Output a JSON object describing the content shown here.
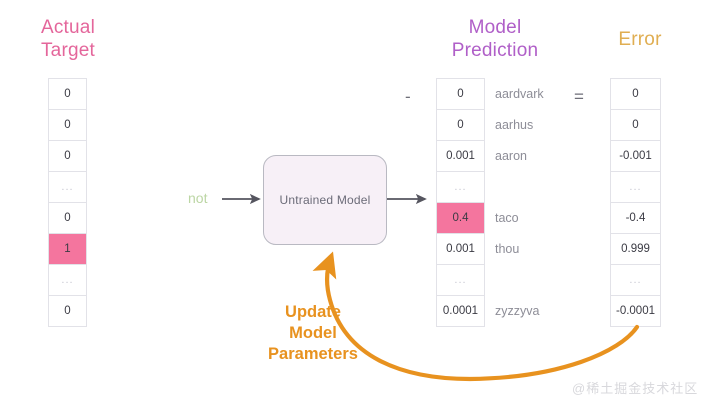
{
  "columns": {
    "actual": {
      "title": "Actual\nTarget",
      "color": "#e4669b",
      "cells": [
        {
          "value": "0",
          "highlight": false,
          "dots": false
        },
        {
          "value": "0",
          "highlight": false,
          "dots": false
        },
        {
          "value": "0",
          "highlight": false,
          "dots": false
        },
        {
          "value": "...",
          "highlight": false,
          "dots": true
        },
        {
          "value": "0",
          "highlight": false,
          "dots": false
        },
        {
          "value": "1",
          "highlight": true,
          "dots": false
        },
        {
          "value": "...",
          "highlight": false,
          "dots": true
        },
        {
          "value": "0",
          "highlight": false,
          "dots": false
        }
      ]
    },
    "prediction": {
      "title": "Model\nPrediction",
      "color": "#b05fc8",
      "cells": [
        {
          "value": "0",
          "word": "aardvark",
          "highlight": false,
          "dots": false
        },
        {
          "value": "0",
          "word": "aarhus",
          "highlight": false,
          "dots": false
        },
        {
          "value": "0.001",
          "word": "aaron",
          "highlight": false,
          "dots": false
        },
        {
          "value": "...",
          "word": "...",
          "highlight": false,
          "dots": true
        },
        {
          "value": "0.4",
          "word": "taco",
          "highlight": true,
          "dots": false
        },
        {
          "value": "0.001",
          "word": "thou",
          "highlight": false,
          "dots": false
        },
        {
          "value": "...",
          "word": "...",
          "highlight": false,
          "dots": true
        },
        {
          "value": "0.0001",
          "word": "zyzzyva",
          "highlight": false,
          "dots": false
        }
      ]
    },
    "error": {
      "title": "Error",
      "color": "#e0ae52",
      "cells": [
        {
          "value": "0",
          "highlight": false,
          "dots": false
        },
        {
          "value": "0",
          "highlight": false,
          "dots": false
        },
        {
          "value": "-0.001",
          "highlight": false,
          "dots": false
        },
        {
          "value": "...",
          "highlight": false,
          "dots": true
        },
        {
          "value": "-0.4",
          "highlight": false,
          "dots": false
        },
        {
          "value": "0.999",
          "highlight": false,
          "dots": false
        },
        {
          "value": "...",
          "highlight": false,
          "dots": true
        },
        {
          "value": "-0.0001",
          "highlight": false,
          "dots": false
        }
      ]
    }
  },
  "operators": {
    "minus": "-",
    "equals": "="
  },
  "model": {
    "label": "Untrained Model",
    "fill": "#f7f0f7",
    "border": "#b9b9c2"
  },
  "input": {
    "word": "not",
    "color": "#bcd6a4"
  },
  "feedback": {
    "label": "Update\nModel\nParameters",
    "color": "#e8921f",
    "arrow_color": "#e8921f"
  },
  "watermark": "@稀土掘金技术社区",
  "palette": {
    "highlight_pink": "#f4759e",
    "cell_border": "#e2e2e8",
    "arrow_gray": "#55555f",
    "word_gray": "#8d8d97"
  }
}
